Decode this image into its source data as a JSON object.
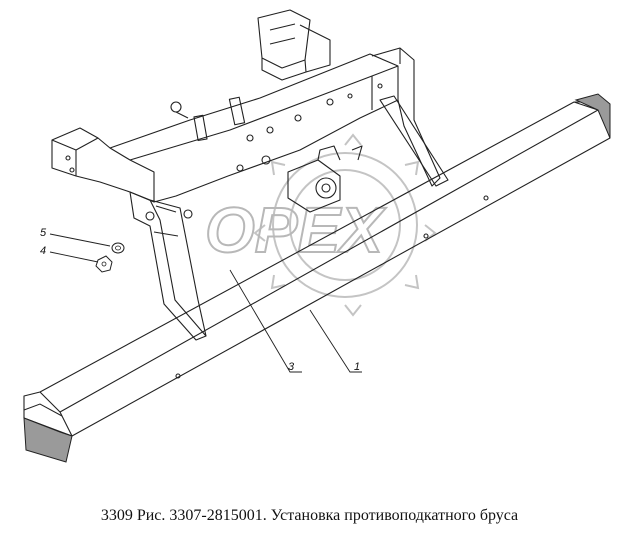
{
  "caption": "3309 Рис. 3307-2815001. Установка противоподкатного бруса",
  "watermark": "OPEX",
  "callouts": [
    {
      "id": "1",
      "label": "1"
    },
    {
      "id": "3",
      "label": "3"
    },
    {
      "id": "4",
      "label": "4"
    },
    {
      "id": "5",
      "label": "5"
    }
  ],
  "colors": {
    "line": "#222222",
    "watermark": "#b8b8b8",
    "endcap": "#9a9a9a"
  }
}
